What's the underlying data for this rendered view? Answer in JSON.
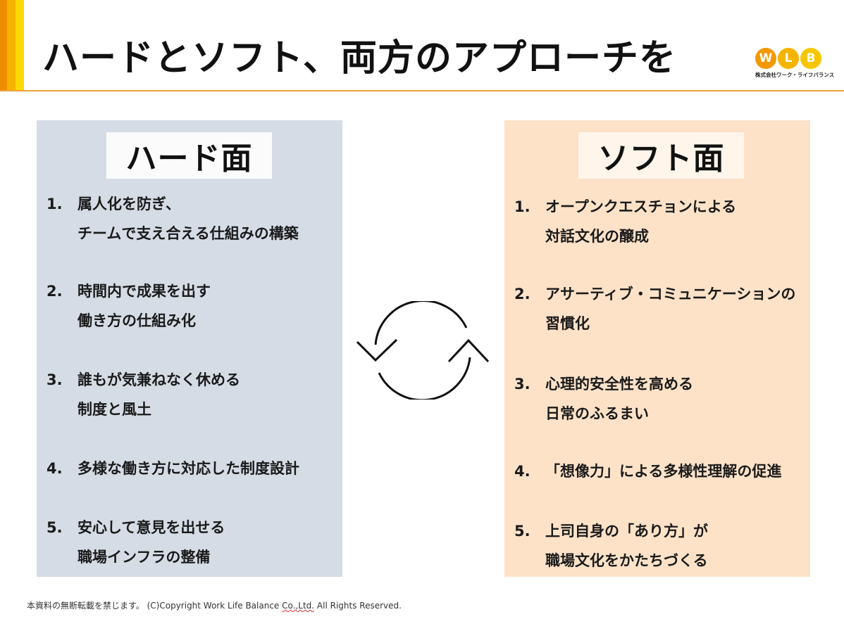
{
  "header": {
    "title": "ハードとソフト、両方のアプローチを"
  },
  "logo": {
    "letters": [
      "W",
      "L",
      "B"
    ],
    "colors": [
      "#f39800",
      "#f4b400",
      "#f7c600"
    ],
    "company": "株式会社ワーク・ライフバランス"
  },
  "hard": {
    "title": "ハード面",
    "items": [
      {
        "num": "1.",
        "line1": "属人化を防ぎ、",
        "line2": "チームで支え合える仕組みの構築"
      },
      {
        "num": "2.",
        "line1": "時間内で成果を出す",
        "line2": "働き方の仕組み化"
      },
      {
        "num": "3.",
        "line1": "誰もが気兼ねなく休める",
        "line2": "制度と風土"
      },
      {
        "num": "4.",
        "line1": "多様な働き方に対応した制度設計",
        "line2": ""
      },
      {
        "num": "5.",
        "line1": "安心して意見を出せる",
        "line2": "職場インフラの整備"
      }
    ]
  },
  "soft": {
    "title": "ソフト面",
    "items": [
      {
        "num": "1.",
        "line1": "オープンクエスチョンによる",
        "line2": "対話文化の醸成"
      },
      {
        "num": "2.",
        "line1": "アサーティブ・コミュニケーションの",
        "line2": "習慣化"
      },
      {
        "num": "3.",
        "line1": "心理的安全性を高める",
        "line2": "日常のふるまい"
      },
      {
        "num": "4.",
        "line1": "「想像力」による多様性理解の促進",
        "line2": ""
      },
      {
        "num": "5.",
        "line1": "上司自身の「あり方」が",
        "line2": "職場文化をかたちづくる"
      }
    ]
  },
  "cycle_icon": "refresh-cycle-icon",
  "footer": {
    "prefix": "本資料の無断転載を禁じます。 (C)Copyright  Work Life Balance ",
    "underlined": "Co.,Ltd.",
    "suffix": " All Rights Reserved."
  }
}
